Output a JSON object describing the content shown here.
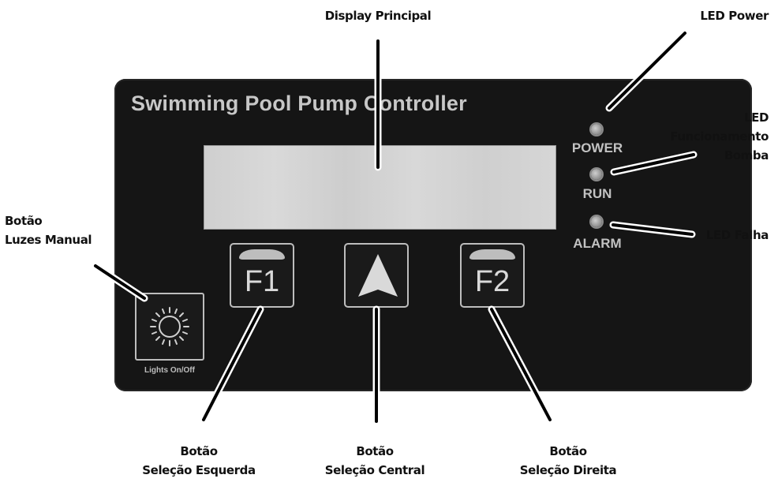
{
  "panel": {
    "title": "Swimming Pool Pump Controller",
    "buttons": {
      "f1": "F1",
      "f2": "F2",
      "lights": "Lights On/Off"
    },
    "leds": {
      "power": "POWER",
      "run": "RUN",
      "alarm": "ALARM"
    }
  },
  "callouts": {
    "display": "Display Principal",
    "led_power": "LED Power",
    "led_run": [
      "LED",
      "Funcionamento",
      "Bomba"
    ],
    "led_alarm": "LED Falha",
    "lights_button": [
      "Botão",
      "Luzes Manual"
    ],
    "left_button": [
      "Botão",
      "Seleção Esquerda"
    ],
    "center_button": [
      "Botão",
      "Seleção Central"
    ],
    "right_button": [
      "Botão",
      "Seleção Direita"
    ]
  }
}
